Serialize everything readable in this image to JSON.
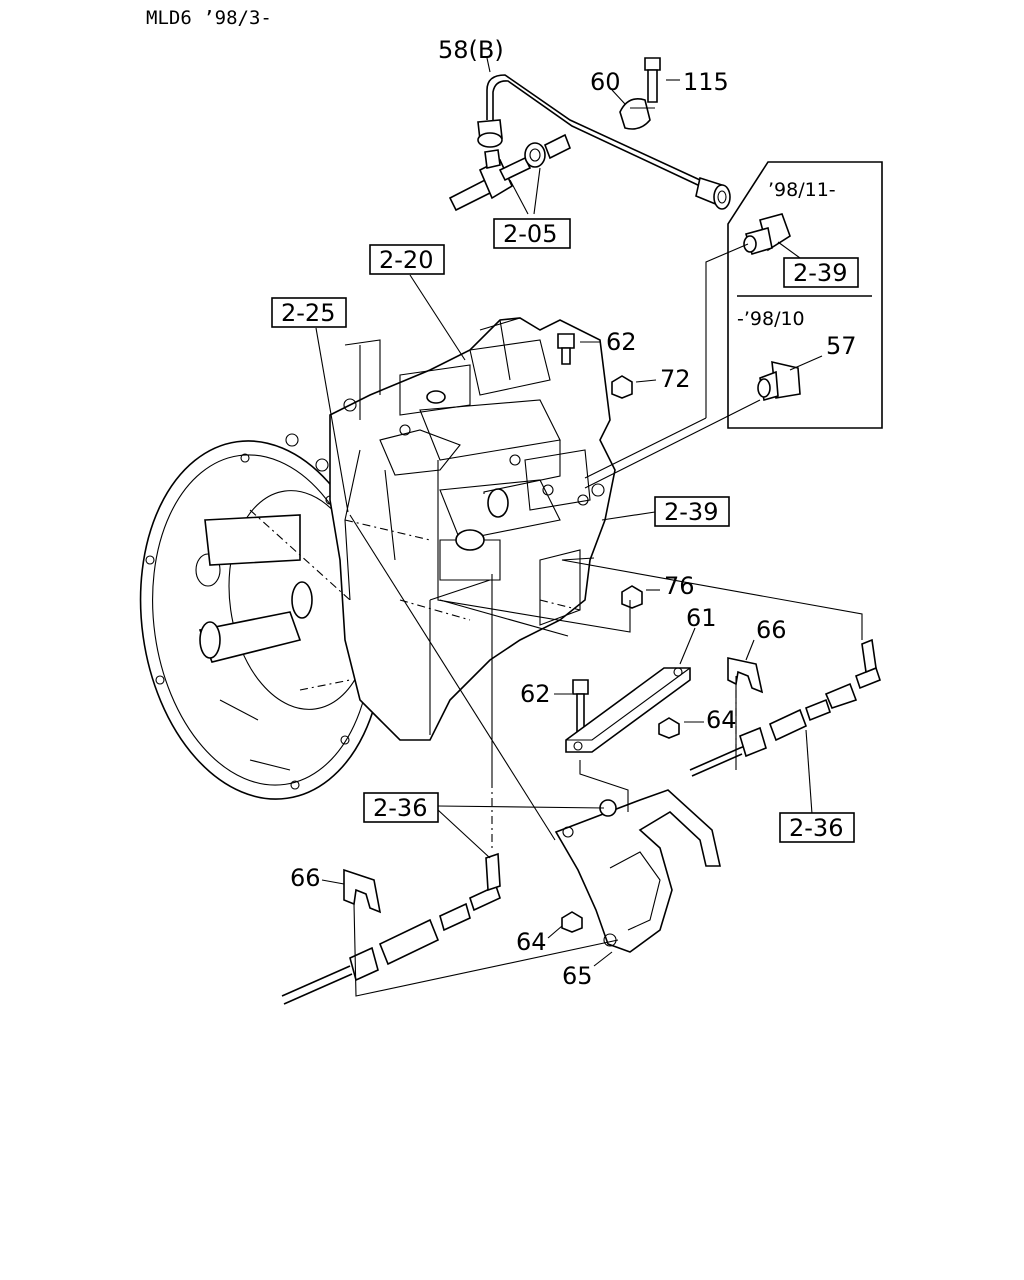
{
  "header": {
    "model_code": "MLD6 ’98/3-"
  },
  "inset": {
    "top_label": "’98/11-",
    "bottom_label": "-’98/10"
  },
  "callouts": {
    "p58b": "58(B)",
    "p60": "60",
    "p115": "115",
    "p62_top": "62",
    "p72": "72",
    "p57": "57",
    "p76": "76",
    "p61": "61",
    "p66_right": "66",
    "p62_mid": "62",
    "p64_mid": "64",
    "p66_left": "66",
    "p64_bottom": "64",
    "p65": "65"
  },
  "references": {
    "ref_2_05": "2-05",
    "ref_2_20": "2-20",
    "ref_2_25": "2-25",
    "ref_2_39_inset": "2-39",
    "ref_2_39_body": "2-39",
    "ref_2_36_left": "2-36",
    "ref_2_36_right": "2-36"
  }
}
